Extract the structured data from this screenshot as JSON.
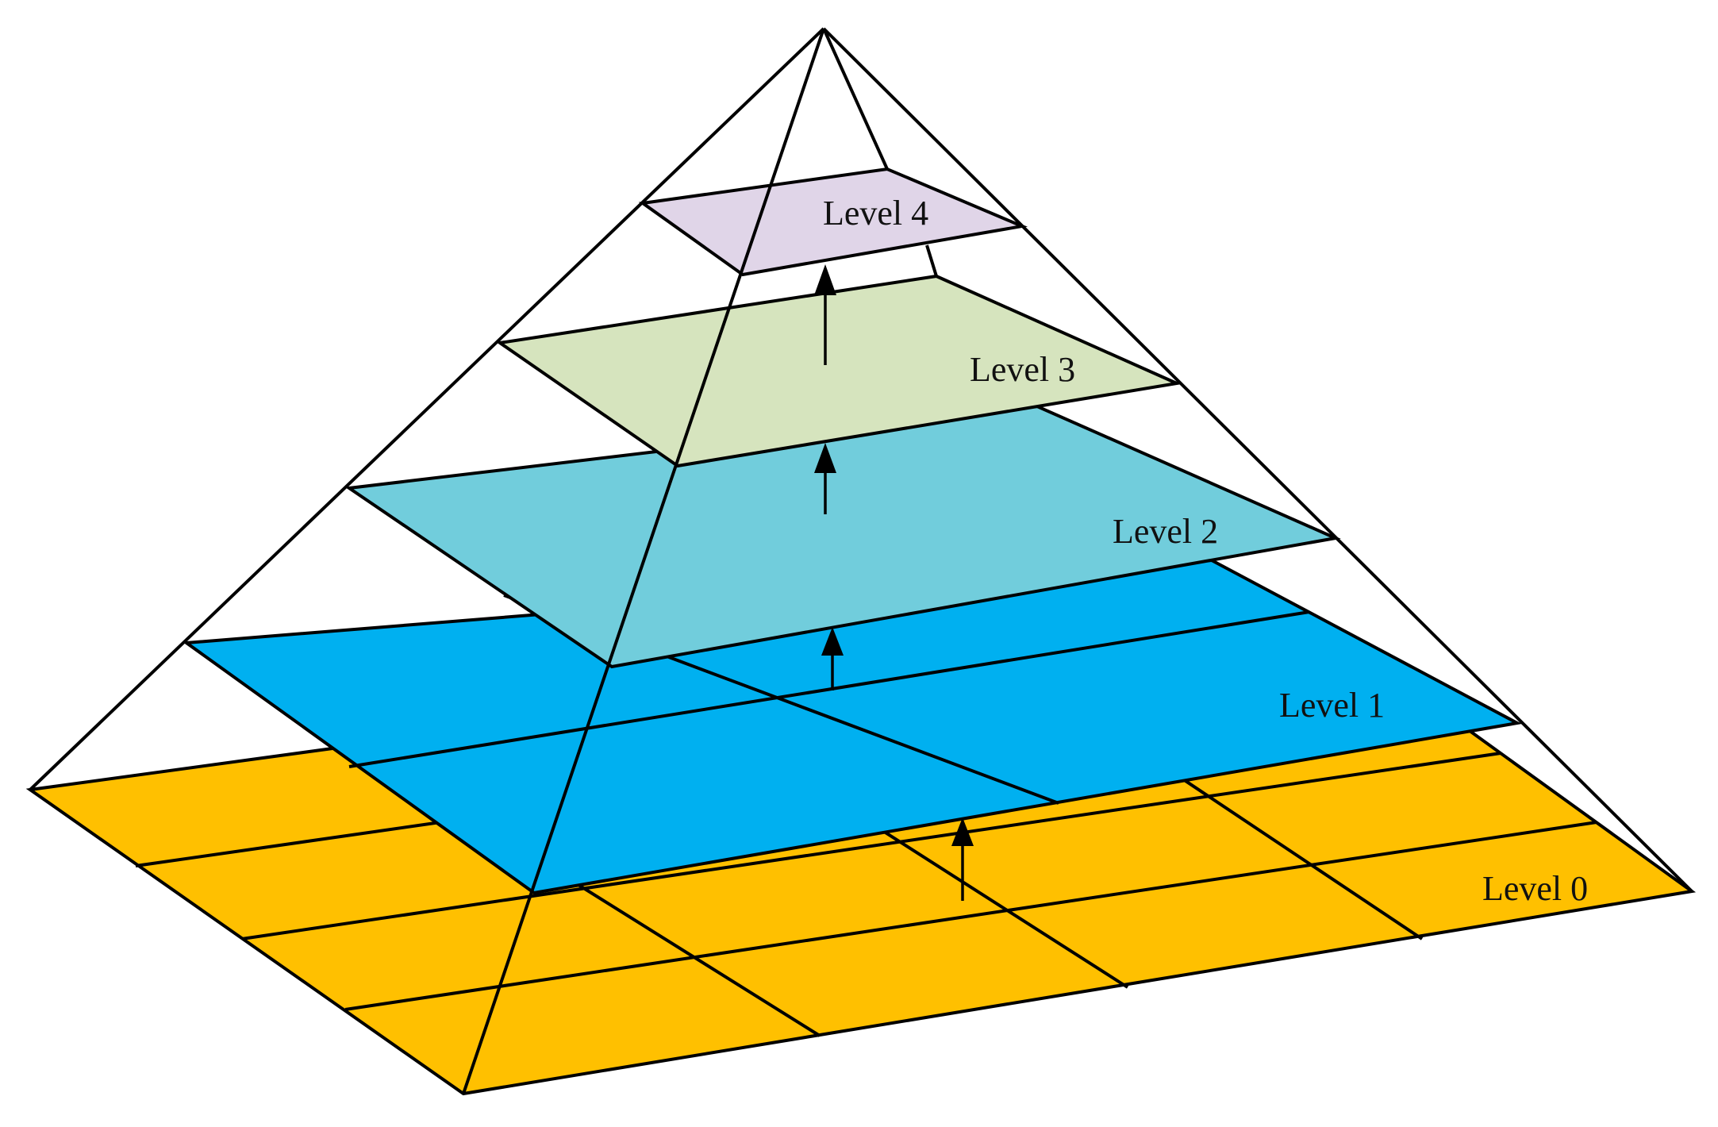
{
  "diagram": {
    "colors": {
      "level0": "#FFC000",
      "level1": "#00B0F0",
      "level2": "#71CDDC",
      "level3": "#D6E4BE",
      "level4": "#E0D5E8",
      "lines": "#000000",
      "background": "#FFFFFF"
    },
    "levels": [
      {
        "label": "Level 0",
        "grid": "4x4"
      },
      {
        "label": "Level 1",
        "grid": "2x2"
      },
      {
        "label": "Level 2",
        "grid": "1x1"
      },
      {
        "label": "Level 3",
        "grid": "1x1"
      },
      {
        "label": "Level 4",
        "grid": "1x1"
      }
    ],
    "arrows": [
      "level0-to-level1",
      "level1-to-level2",
      "level2-to-level3",
      "level3-to-level4"
    ]
  }
}
